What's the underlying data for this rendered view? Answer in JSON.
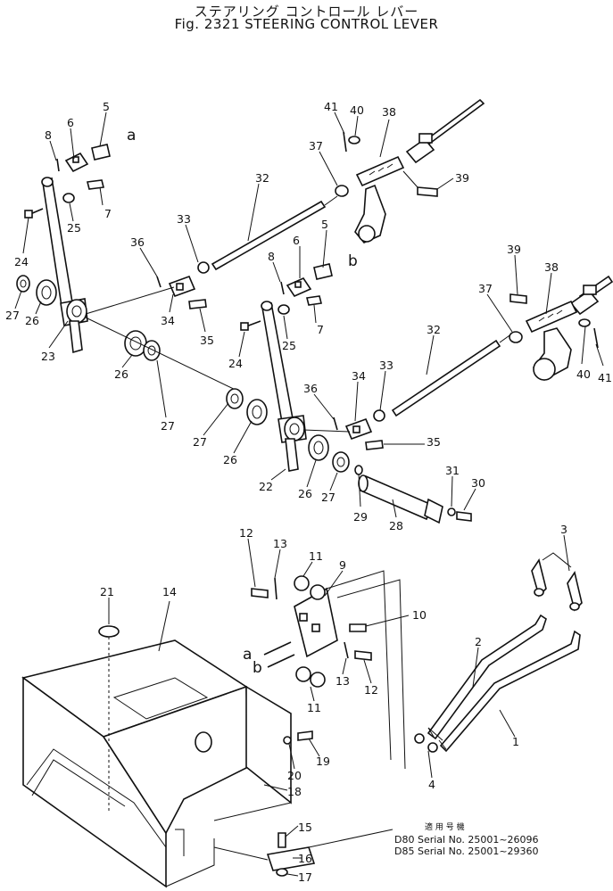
{
  "header": {
    "title_jp": "ステアリング コントロール レバー",
    "title_en": "Fig. 2321  STEERING  CONTROL  LEVER"
  },
  "letters": [
    "a",
    "b",
    "a",
    "b"
  ],
  "callouts": [
    {
      "id": "c5a",
      "label": "5"
    },
    {
      "id": "c6a",
      "label": "6"
    },
    {
      "id": "c8a",
      "label": "8"
    },
    {
      "id": "c7a",
      "label": "7"
    },
    {
      "id": "c25a",
      "label": "25"
    },
    {
      "id": "c24a",
      "label": "24"
    },
    {
      "id": "c27a",
      "label": "27"
    },
    {
      "id": "c26a",
      "label": "26"
    },
    {
      "id": "c23",
      "label": "23"
    },
    {
      "id": "c36a",
      "label": "36"
    },
    {
      "id": "c33a",
      "label": "33"
    },
    {
      "id": "c32a",
      "label": "32"
    },
    {
      "id": "c34a",
      "label": "34"
    },
    {
      "id": "c35a",
      "label": "35"
    },
    {
      "id": "c26b",
      "label": "26"
    },
    {
      "id": "c27b",
      "label": "27"
    },
    {
      "id": "c41a",
      "label": "41"
    },
    {
      "id": "c40a",
      "label": "40"
    },
    {
      "id": "c38a",
      "label": "38"
    },
    {
      "id": "c37a",
      "label": "37"
    },
    {
      "id": "c39a",
      "label": "39"
    },
    {
      "id": "c5b",
      "label": "5"
    },
    {
      "id": "c6b",
      "label": "6"
    },
    {
      "id": "c8b",
      "label": "8"
    },
    {
      "id": "c7b",
      "label": "7"
    },
    {
      "id": "c25b",
      "label": "25"
    },
    {
      "id": "c24b",
      "label": "24"
    },
    {
      "id": "c27c",
      "label": "27"
    },
    {
      "id": "c26c",
      "label": "26"
    },
    {
      "id": "c22",
      "label": "22"
    },
    {
      "id": "c26d",
      "label": "26"
    },
    {
      "id": "c27d",
      "label": "27"
    },
    {
      "id": "c36b",
      "label": "36"
    },
    {
      "id": "c34b",
      "label": "34"
    },
    {
      "id": "c33b",
      "label": "33"
    },
    {
      "id": "c35b",
      "label": "35"
    },
    {
      "id": "c32b",
      "label": "32"
    },
    {
      "id": "c39b",
      "label": "39"
    },
    {
      "id": "c38b",
      "label": "38"
    },
    {
      "id": "c37b",
      "label": "37"
    },
    {
      "id": "c40b",
      "label": "40"
    },
    {
      "id": "c41b",
      "label": "41"
    },
    {
      "id": "c29",
      "label": "29"
    },
    {
      "id": "c28",
      "label": "28"
    },
    {
      "id": "c31",
      "label": "31"
    },
    {
      "id": "c30",
      "label": "30"
    },
    {
      "id": "c12a",
      "label": "12"
    },
    {
      "id": "c13a",
      "label": "13"
    },
    {
      "id": "c11a",
      "label": "11"
    },
    {
      "id": "c9",
      "label": "9"
    },
    {
      "id": "c10",
      "label": "10"
    },
    {
      "id": "c13b",
      "label": "13"
    },
    {
      "id": "c12b",
      "label": "12"
    },
    {
      "id": "c11b",
      "label": "11"
    },
    {
      "id": "c3",
      "label": "3"
    },
    {
      "id": "c2",
      "label": "2"
    },
    {
      "id": "c1",
      "label": "1"
    },
    {
      "id": "c4",
      "label": "4"
    },
    {
      "id": "c21",
      "label": "21"
    },
    {
      "id": "c14",
      "label": "14"
    },
    {
      "id": "c20",
      "label": "20"
    },
    {
      "id": "c19",
      "label": "19"
    },
    {
      "id": "c18",
      "label": "18"
    },
    {
      "id": "c15",
      "label": "15"
    },
    {
      "id": "c16",
      "label": "16"
    },
    {
      "id": "c17",
      "label": "17"
    }
  ],
  "serial": {
    "header": "適 用 号 機",
    "line1": "D80 Serial No. 25001~26096",
    "line2": "D85 Serial No. 25001~29360"
  }
}
